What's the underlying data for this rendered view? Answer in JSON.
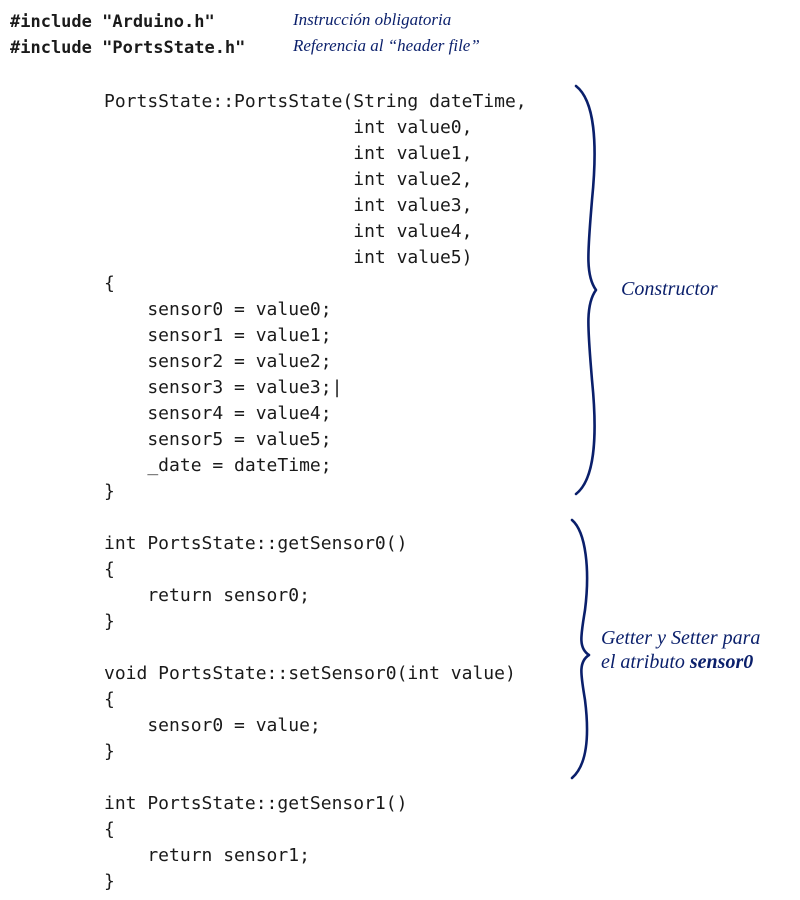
{
  "includes": [
    {
      "code": "#include \"Arduino.h\"",
      "note": "Instrucción obligatoria"
    },
    {
      "code": "#include \"PortsState.h\"",
      "note": "Referencia al “header file”"
    }
  ],
  "code_lines": [
    "PortsState::PortsState(String dateTime,",
    "                       int value0,",
    "                       int value1,",
    "                       int value2,",
    "                       int value3,",
    "                       int value4,",
    "                       int value5)",
    "{",
    "    sensor0 = value0;",
    "    sensor1 = value1;",
    "    sensor2 = value2;",
    "    sensor3 = value3;|",
    "    sensor4 = value4;",
    "    sensor5 = value5;",
    "    _date = dateTime;",
    "}",
    "",
    "int PortsState::getSensor0()",
    "{",
    "    return sensor0;",
    "}",
    "",
    "void PortsState::setSensor0(int value)",
    "{",
    "    sensor0 = value;",
    "}",
    "",
    "int PortsState::getSensor1()",
    "{",
    "    return sensor1;",
    "}"
  ],
  "annotations": {
    "constructor": "Constructor",
    "getter_setter_line1": "Getter y Setter para",
    "getter_setter_line2_prefix": "el atributo ",
    "getter_setter_line2_bold": "sensor0"
  },
  "colors": {
    "annotation": "#0a1f6b",
    "code": "#1a1a1a"
  }
}
